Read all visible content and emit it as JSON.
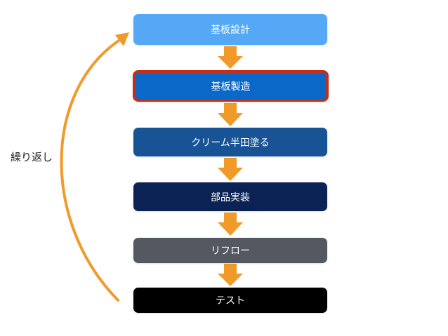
{
  "steps": [
    {
      "label": "基板設計",
      "color": "#55a8f5",
      "highlighted": false
    },
    {
      "label": "基板製造",
      "color": "#0a68c8",
      "highlighted": true,
      "border_color": "#c0301c"
    },
    {
      "label": "クリーム半田塗る",
      "color": "#175395",
      "highlighted": false
    },
    {
      "label": "部品実装",
      "color": "#0b2354",
      "highlighted": false
    },
    {
      "label": "リフロー",
      "color": "#545860",
      "highlighted": false
    },
    {
      "label": "テスト",
      "color": "#000000",
      "highlighted": false
    }
  ],
  "loop_label": "繰り返し",
  "arrow_color": "#f09a2a"
}
